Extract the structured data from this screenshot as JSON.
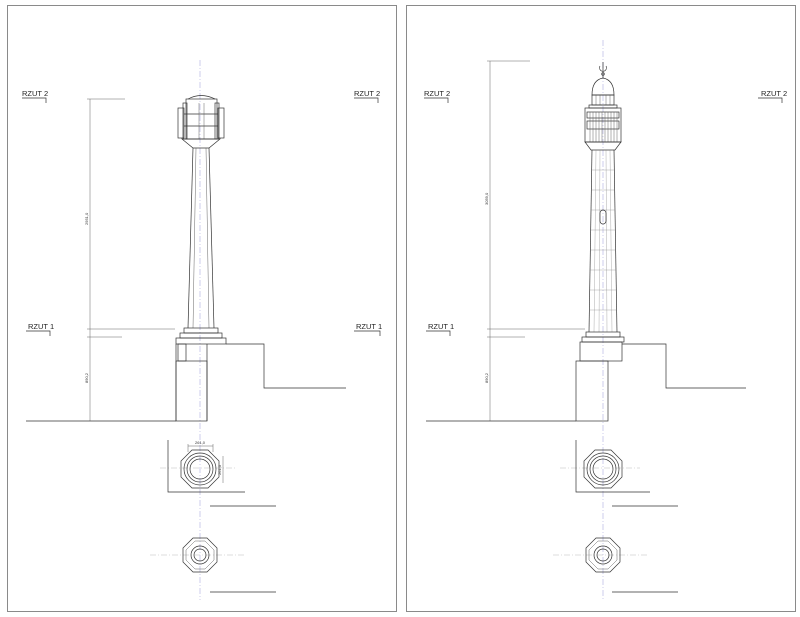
{
  "section_labels": {
    "top": "RZUT 2",
    "bottom": "RZUT 1"
  },
  "dimensions": {
    "left_upper": "2951,0",
    "left_lower": "890,2",
    "right_upper": "3059,0",
    "right_lower": "890,2",
    "plan_width": "261,0",
    "plan_height": "261,0"
  },
  "colors": {
    "line": "#333333",
    "axis": "#9a9ad8",
    "frame": "#8a8a8a"
  }
}
